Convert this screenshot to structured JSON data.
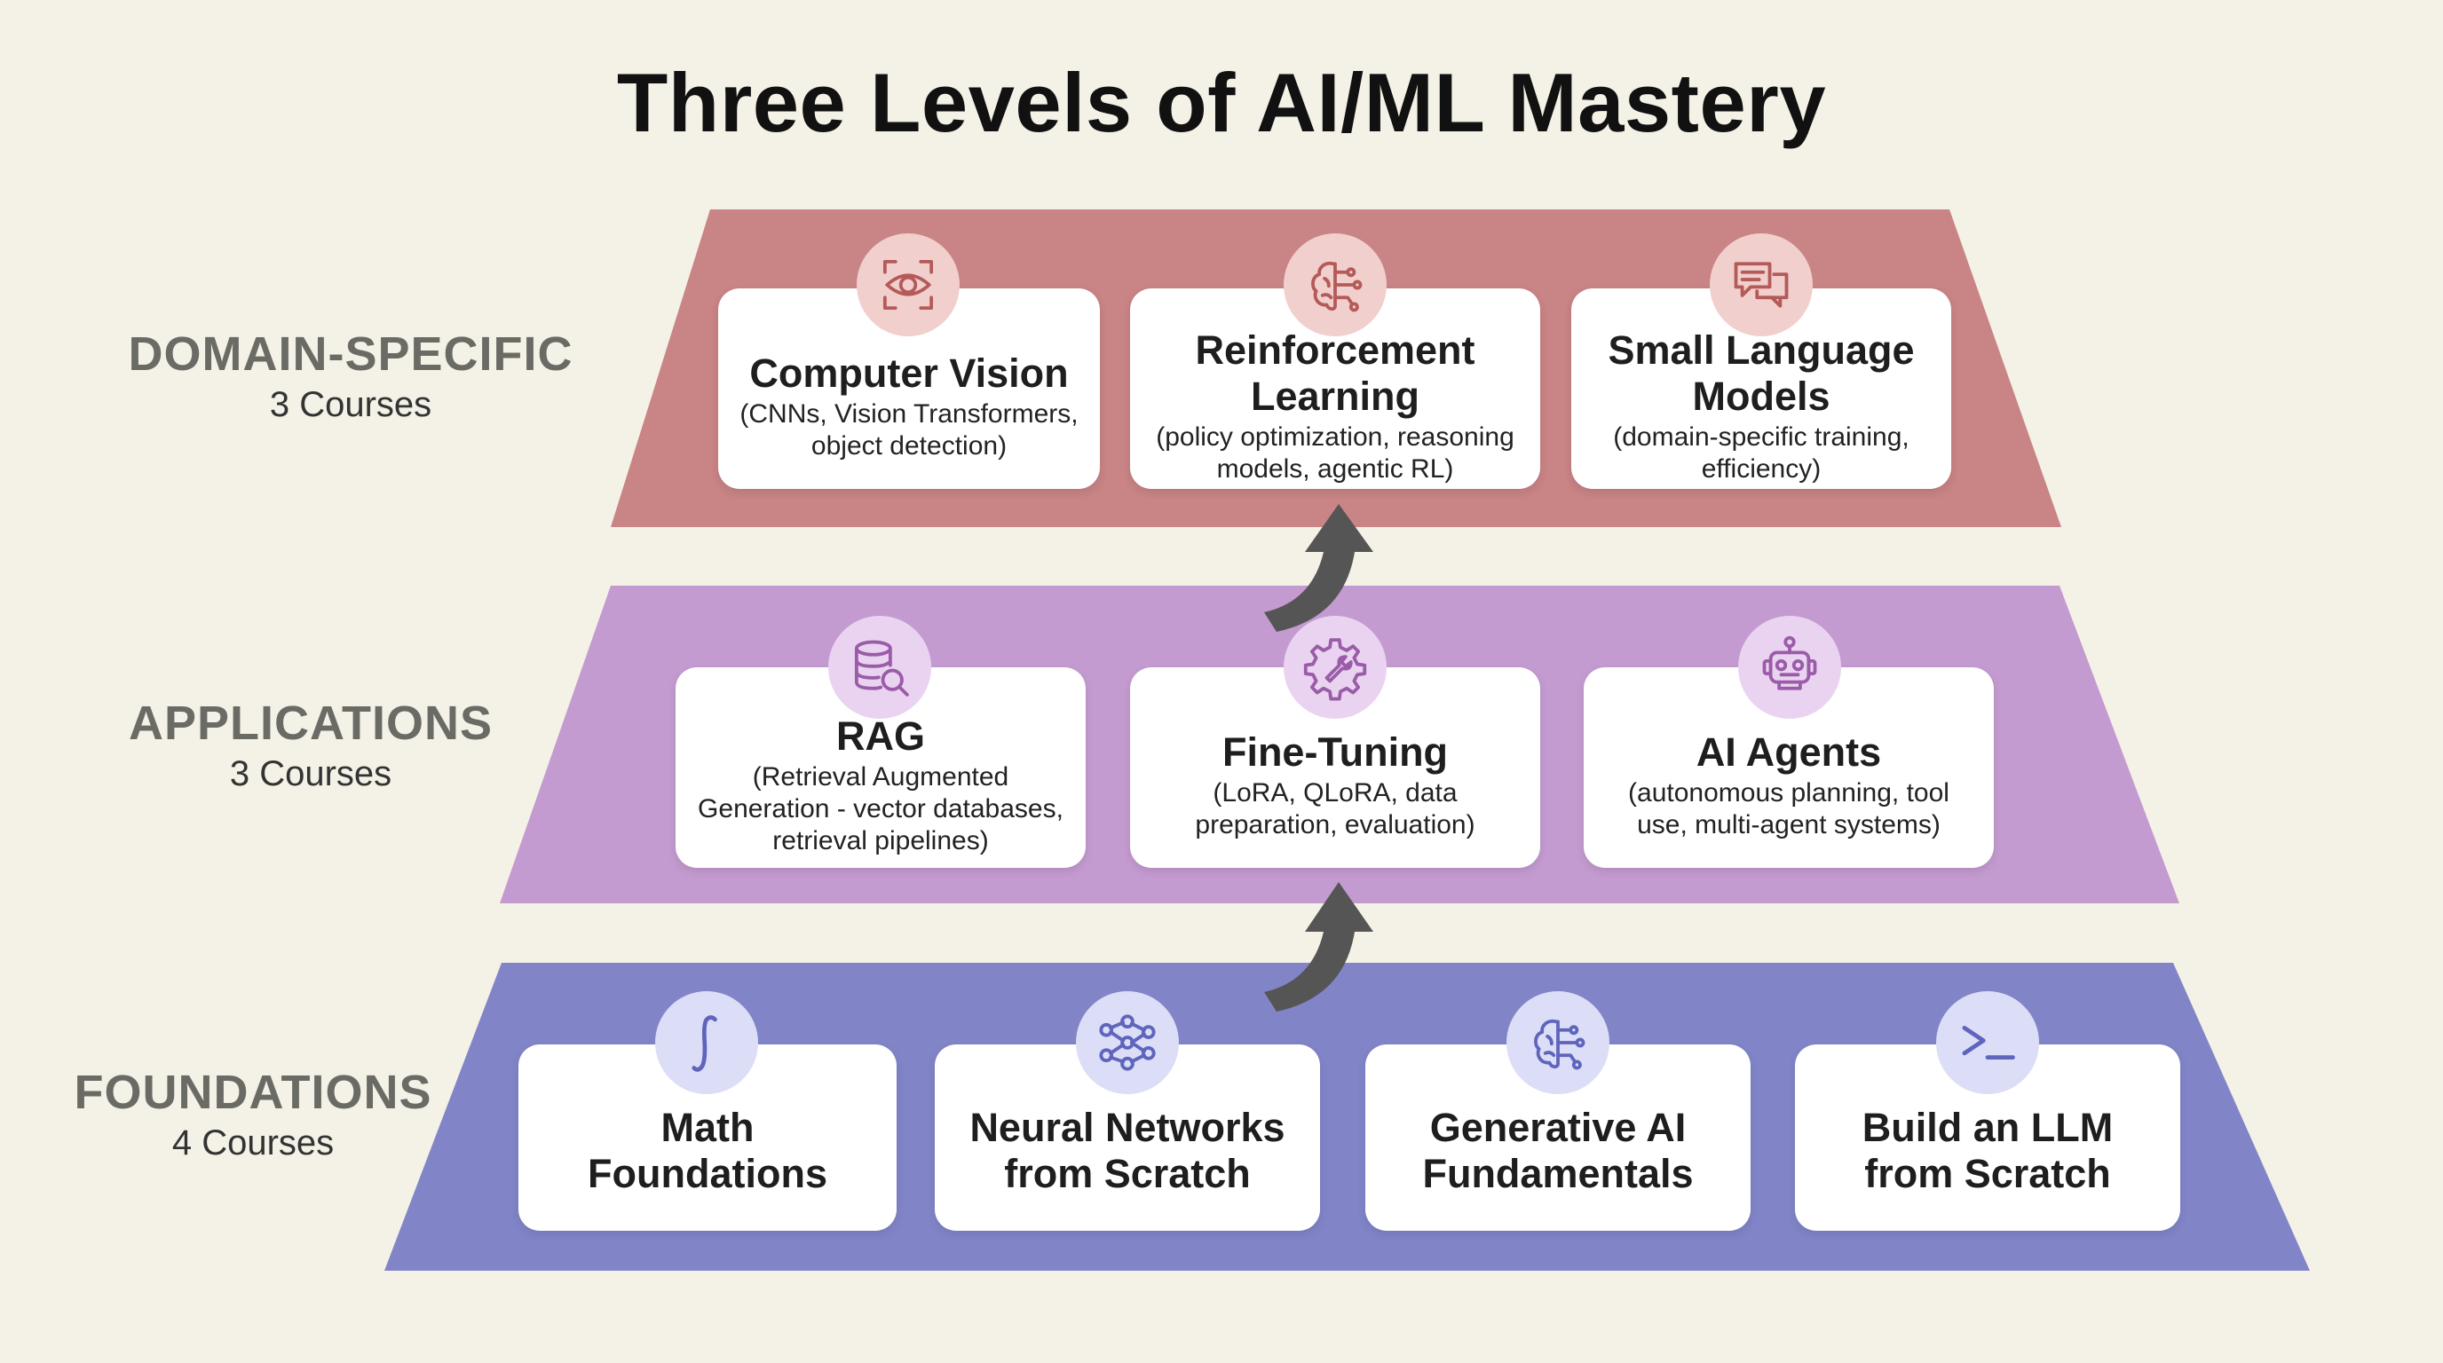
{
  "title": "Three Levels of AI/ML Mastery",
  "colors": {
    "domain": "#c98485",
    "applications": "#c49bd0",
    "foundations": "#8185c8",
    "arrow": "#555555"
  },
  "tiers": {
    "domain": {
      "name": "DOMAIN-SPECIFIC",
      "count": "3 Courses",
      "cards": [
        {
          "icon": "eye-scan-icon",
          "title": "Computer Vision",
          "desc": "(CNNs, Vision Transformers, object detection)"
        },
        {
          "icon": "brain-circuit-icon",
          "title": "Reinforcement Learning",
          "desc": "(policy optimization, reasoning models, agentic RL)"
        },
        {
          "icon": "chat-bubbles-icon",
          "title": "Small Language Models",
          "desc": "(domain-specific training, efficiency)"
        }
      ]
    },
    "applications": {
      "name": "APPLICATIONS",
      "count": "3 Courses",
      "cards": [
        {
          "icon": "database-search-icon",
          "title": "RAG",
          "desc": "(Retrieval Augmented Generation - vector databases, retrieval pipelines)"
        },
        {
          "icon": "gear-wrench-icon",
          "title": "Fine-Tuning",
          "desc": "(LoRA, QLoRA, data preparation, evaluation)"
        },
        {
          "icon": "robot-icon",
          "title": "AI Agents",
          "desc": "(autonomous planning, tool use, multi-agent systems)"
        }
      ]
    },
    "foundations": {
      "name": "FOUNDATIONS",
      "count": "4 Courses",
      "cards": [
        {
          "icon": "integral-icon",
          "title": "Math Foundations",
          "desc": ""
        },
        {
          "icon": "neural-network-icon",
          "title": "Neural Networks from Scratch",
          "desc": ""
        },
        {
          "icon": "brain-circuit-icon",
          "title": "Generative AI Fundamentals",
          "desc": ""
        },
        {
          "icon": "terminal-prompt-icon",
          "title": "Build an LLM from Scratch",
          "desc": ""
        }
      ]
    }
  }
}
